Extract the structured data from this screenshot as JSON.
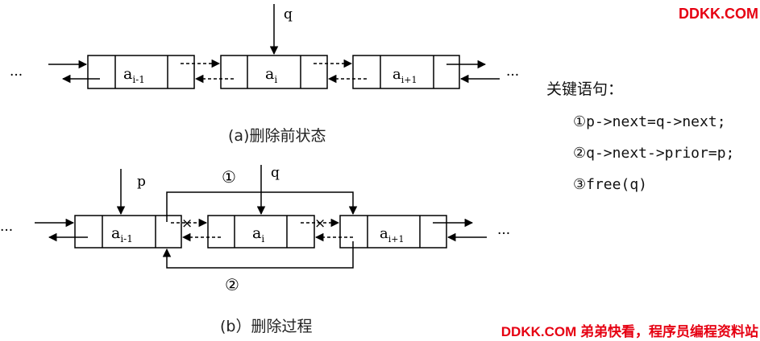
{
  "watermark": {
    "top": "DDKK.COM",
    "bottom": "DDKK.COM 弟弟快看，程序员编程资料站",
    "color": "#e60012"
  },
  "ellipsis": "···",
  "nodes": {
    "prev": {
      "label": "a",
      "sub": "i-1"
    },
    "cur": {
      "label": "a",
      "sub": "i"
    },
    "next": {
      "label": "a",
      "sub": "i+1"
    }
  },
  "pointers": {
    "q": "q",
    "p": "p"
  },
  "steps": {
    "one": "①",
    "two": "②"
  },
  "cross_mark": "×",
  "captions": {
    "a": "(a)删除前状态",
    "b": "(b）删除过程"
  },
  "key_statements": {
    "title": "关键语句：",
    "lines": [
      "①p->next=q->next;",
      "②q->next->prior=p;",
      "③free(q)"
    ]
  }
}
